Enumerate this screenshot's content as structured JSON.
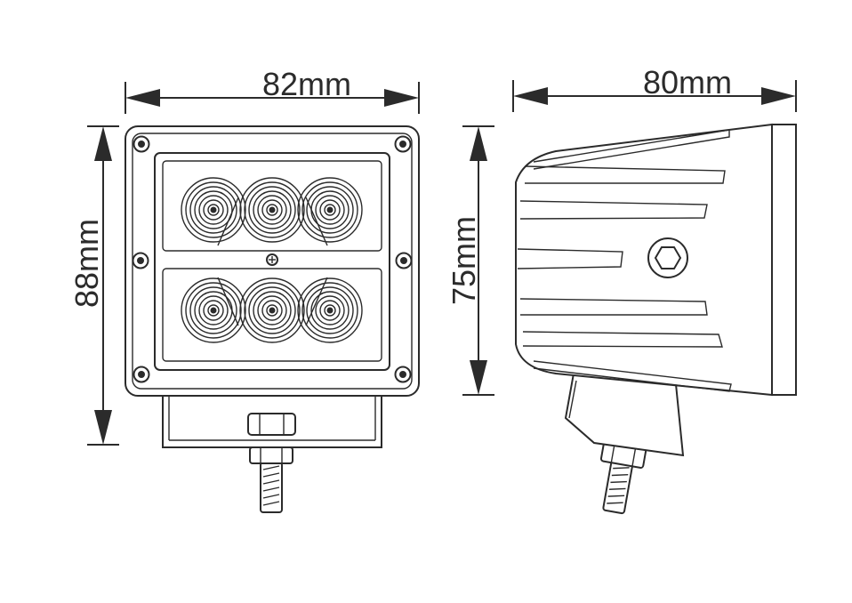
{
  "dimensions": {
    "front_width": "82mm",
    "front_height": "88mm",
    "side_depth": "80mm",
    "side_height": "75mm"
  },
  "colors": {
    "line": "#2b2b2b",
    "background": "#ffffff"
  }
}
